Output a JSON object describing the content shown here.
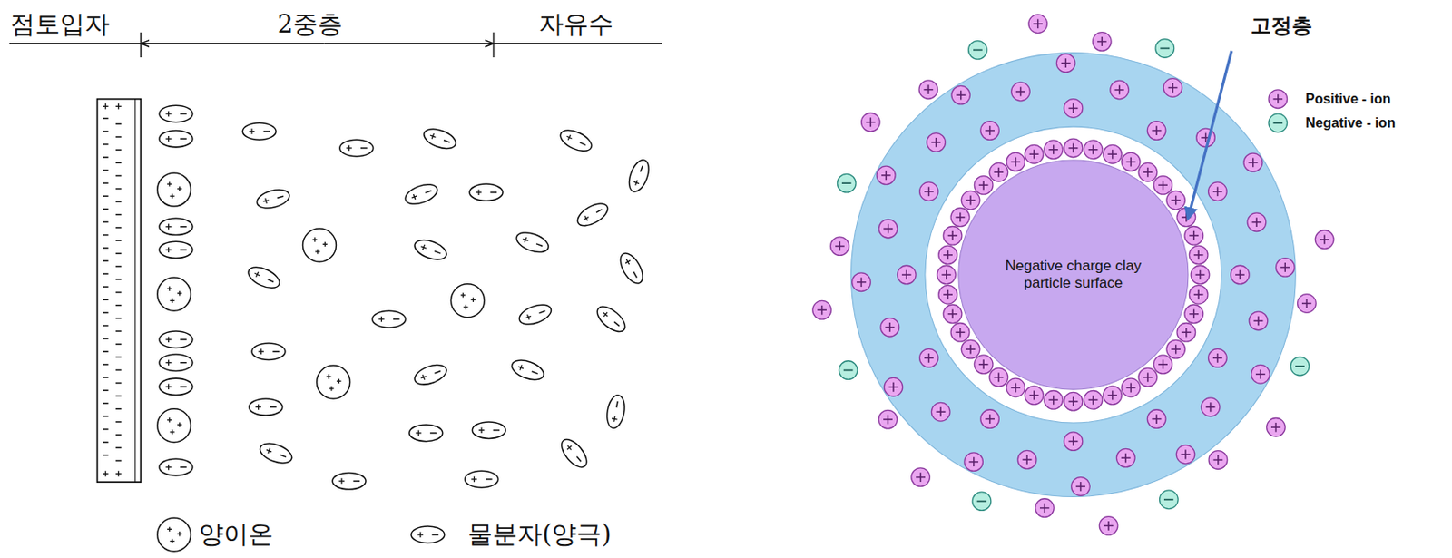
{
  "diagram": {
    "nodes": [
      {
        "text": [
          "Negative charge clay particle surface"
        ]
      }
    ],
    "labels": [
      "점토입자",
      "2중층",
      "자유수",
      "고정층"
    ],
    "legend": [
      {
        "text": "양이온"
      },
      {
        "text": "물분자(양극)"
      },
      {
        "text": "Positive - ion"
      },
      {
        "text": "Negative - ion"
      }
    ]
  }
}
